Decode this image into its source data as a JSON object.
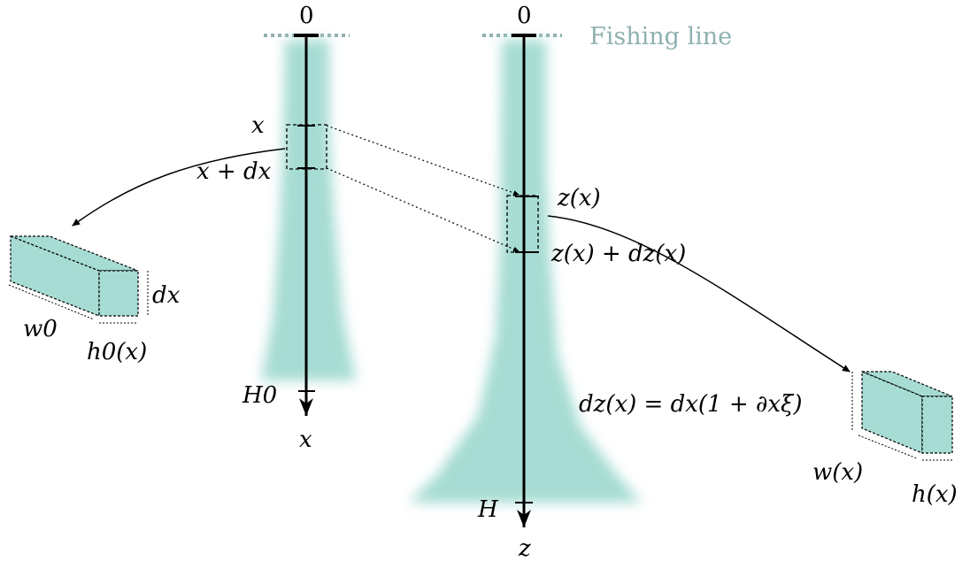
{
  "colors": {
    "fill": "#a6dcd3",
    "fishing_line": "#8fb0b0",
    "ink": "#000000"
  },
  "labels": {
    "fishing_line": "Fishing line",
    "left_origin": "0",
    "right_origin": "0",
    "left_x": "x",
    "left_x_dx": "x + dx",
    "left_H0": "H0",
    "left_axis": "x",
    "right_zx": "z(x)",
    "right_zx_dzx": "z(x) + dz(x)",
    "right_H": "H",
    "right_axis": "z",
    "box_left_dx": "dx",
    "box_left_w0": "w0",
    "box_left_h0": "h0(x)",
    "box_right_dz": "dz(x) = dx(1 + ∂xξ)",
    "box_right_w": "w(x)",
    "box_right_h": "h(x)"
  }
}
